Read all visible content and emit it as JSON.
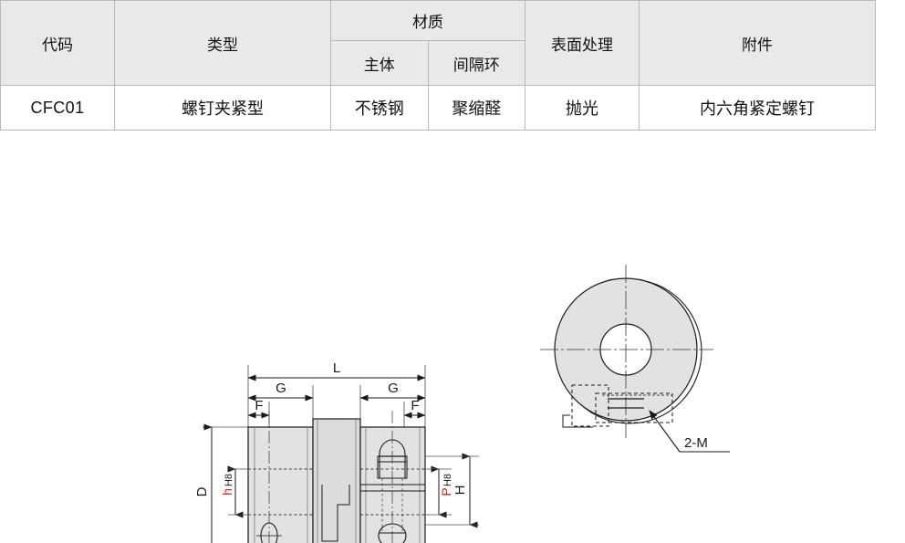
{
  "table": {
    "headers": {
      "code": "代码",
      "type": "类型",
      "material_group": "材质",
      "material_body": "主体",
      "material_spacer": "间隔环",
      "surface": "表面处理",
      "accessory": "附件"
    },
    "rows": [
      {
        "code": "CFC01",
        "type": "螺钉夹紧型",
        "material_body": "不锈钢",
        "material_spacer": "聚缩醛",
        "surface": "抛光",
        "accessory": "内六角紧定螺钉"
      }
    ]
  },
  "drawing": {
    "title": "",
    "dimensions": {
      "overall_length": "L",
      "hub_length_left": "G",
      "hub_length_right": "G",
      "clamp_offset_left": "F",
      "clamp_offset_right": "F",
      "outer_diameter": "D",
      "bore_left": "h",
      "bore_left_tol": "H8",
      "bore_right": "P",
      "bore_right_tol": "H8",
      "screw_height": "H",
      "screw_callout": "2-M"
    },
    "colors": {
      "body_fill": "#e2e2e2",
      "spacer_fill": "#dcdcdc",
      "outline": "#1a1a1a",
      "hidden_line": "#555555",
      "center_line": "#333333",
      "dim_red": "#d11f1f"
    }
  }
}
